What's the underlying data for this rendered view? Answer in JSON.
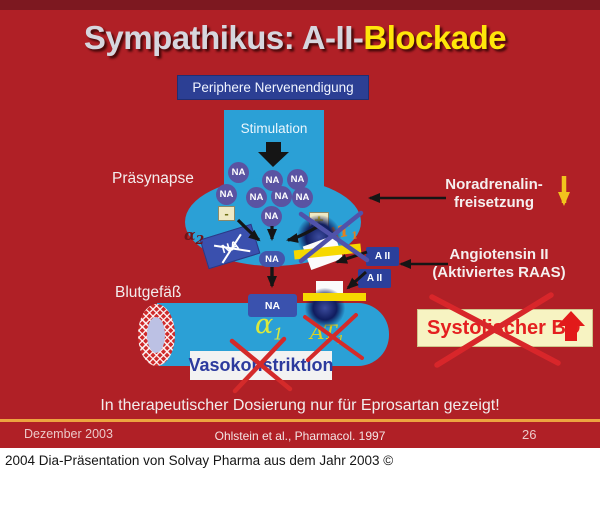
{
  "page": {
    "caption": "2004 Dia-Präsentation von Solvay Pharma aus dem Jahr 2003 ©"
  },
  "slide": {
    "title": {
      "main": "Sympathikus: A-II-",
      "accent": "Blockade"
    },
    "header_box_label": "Periphere Nervenendigung",
    "diagram": {
      "stimulation_label": "Stimulation",
      "praesynapse_label": "Präsynapse",
      "blutgefaess_label": "Blutgefäß",
      "na_label": "NA",
      "minus_sign": "-",
      "plus_sign": "+",
      "alpha2": {
        "base": "α",
        "sub": "2"
      },
      "alpha1": {
        "base": "α",
        "sub": "1"
      },
      "at1_presynaptic": {
        "base": "AT",
        "sub": "1"
      },
      "at1_vascular": {
        "base": "AT",
        "sub": "1"
      },
      "aII_label": "A II",
      "vasoconstriction_label": "Vasokonstriktion"
    },
    "annotations": {
      "noradrenalin_line1": "Noradrenalin-",
      "noradrenalin_line2": "freisetzung",
      "angiotensin_line1": "Angiotensin II",
      "angiotensin_line2": "(Aktiviertes RAAS)",
      "systolic_label": "Systolischer BD"
    },
    "banner_text": "In therapeutischer Dosierung nur für Eprosartan gezeigt!",
    "footer": {
      "date": "Dezember 2003",
      "citation": "Ohlstein et al., Pharmacol. 1997",
      "page_number": "26"
    },
    "colors": {
      "slide_background": "#b02026",
      "slide_top_edge": "#7d1820",
      "title_main": "#d6d6de",
      "title_accent": "#ffe60a",
      "neuron_blue": "#2ba0d6",
      "box_dark_blue": "#2c3f94",
      "na_vesicle_purple": "#5a53a2",
      "receptor_bar_yellow": "#f6d800",
      "highlight_box_yellow": "#f7f3c2",
      "cross_red": "#d42a2a",
      "cross_blue": "#5052aa",
      "alpha_green_yellow": "#d9e93e",
      "at1_orange": "#e5801e"
    }
  }
}
